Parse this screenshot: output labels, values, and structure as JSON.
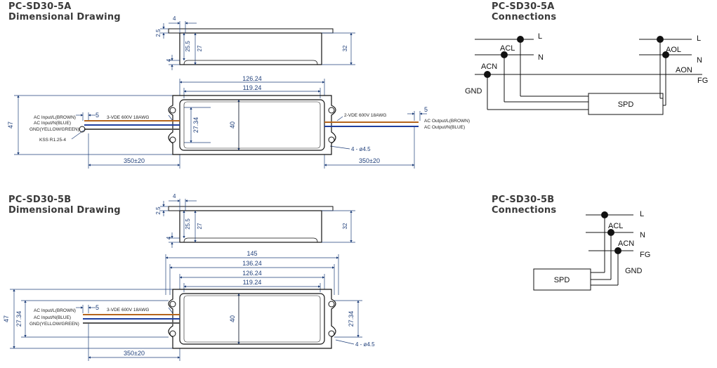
{
  "section_a": {
    "dim_title_1": "PC-SD30-5A",
    "dim_title_2": "Dimensional Drawing",
    "conn_title_1": "PC-SD30-5A",
    "conn_title_2": "Connections",
    "side": {
      "d4": "4",
      "d25": "2.5",
      "d255": "25.5",
      "d27": "27",
      "d4b": "4",
      "d32": "32"
    },
    "top": {
      "d12624": "126.24",
      "d11924": "119.24",
      "d47": "47",
      "d2734": "27.34",
      "d40": "40",
      "d5l": "5",
      "d5r": "5",
      "lead_l": "350±20",
      "lead_r": "350±20",
      "holes": "4 - ø4.5",
      "cable_in": "3-VDE 600V 18AWG",
      "cable_out": "2-VDE 600V 18AWG",
      "in_l": "AC Input/L(BROWN)",
      "in_n": "AC Input/N(BLUE)",
      "in_g": "GND(YELLOW/GREEN)",
      "ring": "KSS R1.25-4",
      "out_l": "AC Output/L(BROWN)",
      "out_n": "AC Output/N(BLUE)"
    },
    "wiring": {
      "L": "L",
      "N": "N",
      "ACL": "ACL",
      "ACN": "ACN",
      "GND": "GND",
      "SPD": "SPD",
      "L2": "L",
      "N2": "N",
      "AOL": "AOL",
      "AON": "AON",
      "FG": "FG"
    }
  },
  "section_b": {
    "dim_title_1": "PC-SD30-5B",
    "dim_title_2": "Dimensional Drawing",
    "conn_title_1": "PC-SD30-5B",
    "conn_title_2": "Connections",
    "side": {
      "d4": "4",
      "d25": "2.5",
      "d255": "25.5",
      "d27": "27",
      "d4b": "4",
      "d32": "32"
    },
    "top": {
      "d145": "145",
      "d13624": "136.24",
      "d12624": "126.24",
      "d11924": "119.24",
      "d47": "47",
      "d2734l": "27.34",
      "d2734r": "27.34",
      "d40": "40",
      "d5l": "5",
      "lead_l": "350±20",
      "holes": "4 - ø4.5",
      "cable_in": "3-VDE 600V 18AWG",
      "in_l": "AC Input/L(BROWN)",
      "in_n": "AC Input/N(BLUE)",
      "in_g": "GND(YELLOW/GREEN)"
    },
    "wiring": {
      "L": "L",
      "ACL": "ACL",
      "N": "N",
      "ACN": "ACN",
      "FG": "FG",
      "GND": "GND",
      "SPD": "SPD"
    }
  },
  "colors": {
    "dimension": "#1f3f7a",
    "brown_wire": "#b5651d",
    "blue_wire": "#1f3f9f",
    "gnd_wire": "#555555",
    "outline": "#111111"
  }
}
